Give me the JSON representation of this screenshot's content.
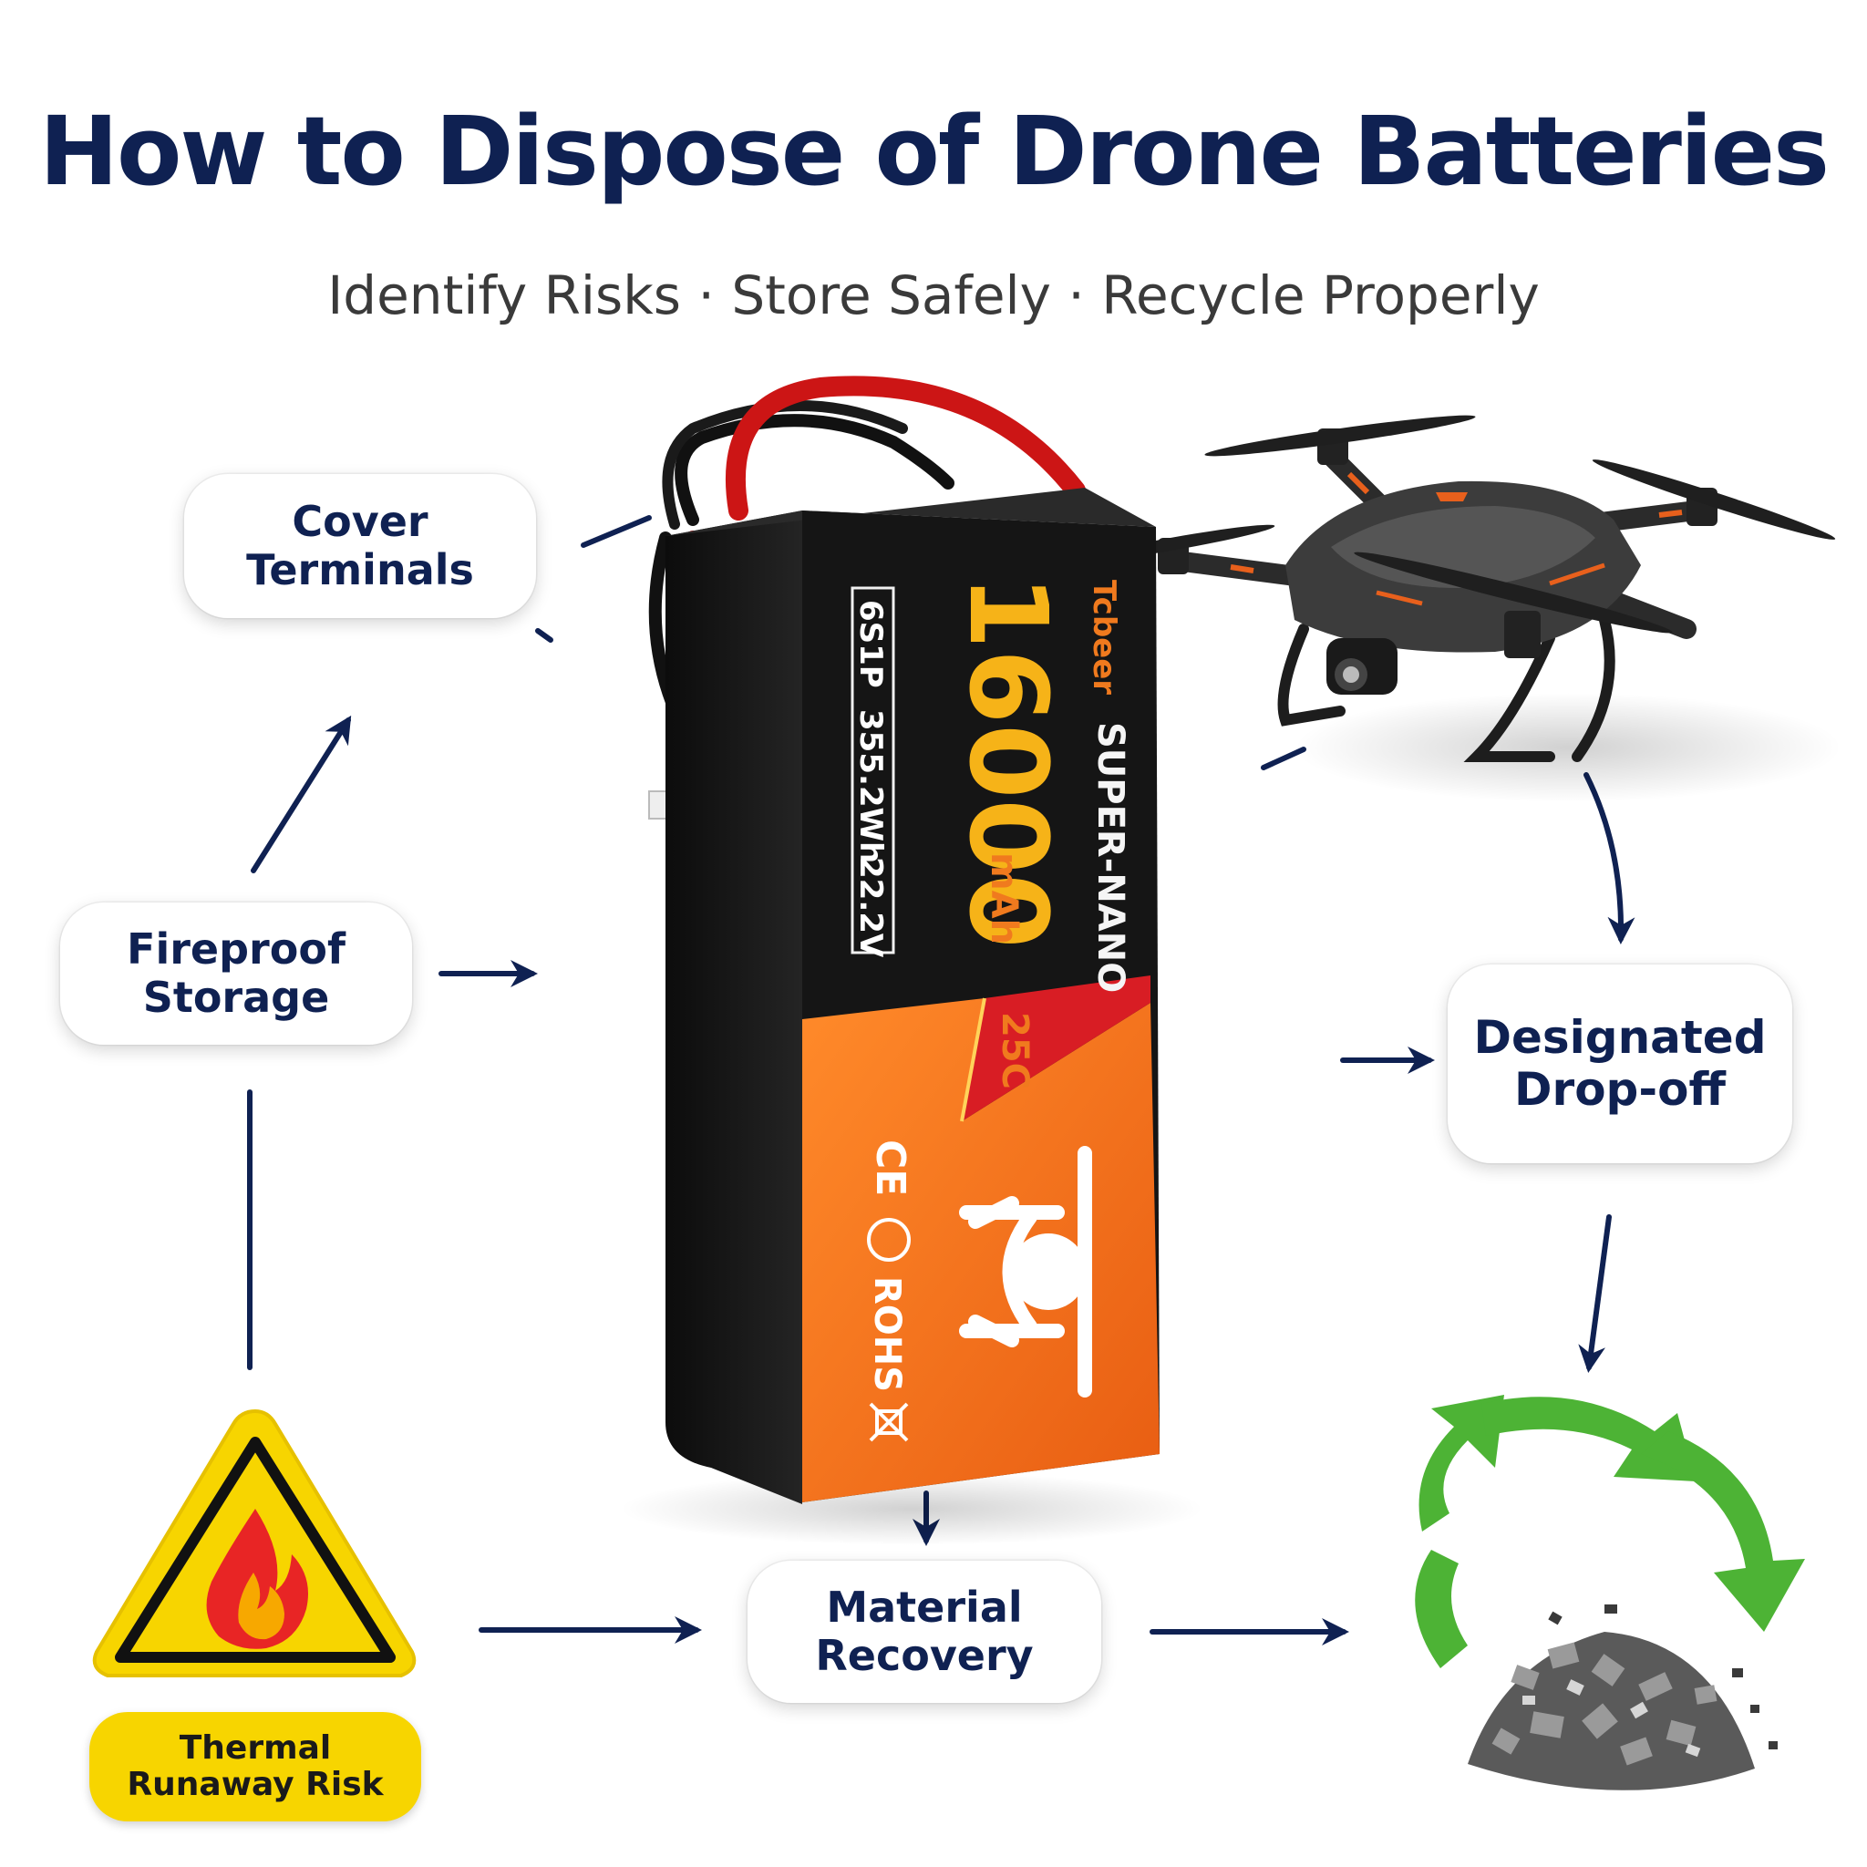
{
  "header": {
    "title": "How to Dispose of Drone Batteries",
    "subtitle": "Identify Risks · Store Safely · Recycle Properly"
  },
  "steps": {
    "cover_terminals": "Cover\nTerminals",
    "fireproof_storage": "Fireproof\nStorage",
    "designated_dropoff": "Designated\nDrop-off",
    "material_recovery": "Material\nRecovery"
  },
  "hazard": {
    "label": "Thermal\nRunaway Risk"
  },
  "battery": {
    "brand": "Tcbeer",
    "capacity": "16000",
    "unit": "mAh",
    "model": "SUPER-NANO",
    "config": "6S1P",
    "energy": "355.2Wh",
    "voltage": "22.2V",
    "rate": "25C",
    "cert_ce": "CE",
    "cert_rohs": "ROHS"
  },
  "colors": {
    "navy": "#0f2152",
    "text_gray": "#3a3a3a",
    "hazard_yellow": "#f7d500",
    "battery_orange": "#f07a1e",
    "battery_black": "#151515",
    "recycle_green": "#4db335"
  }
}
